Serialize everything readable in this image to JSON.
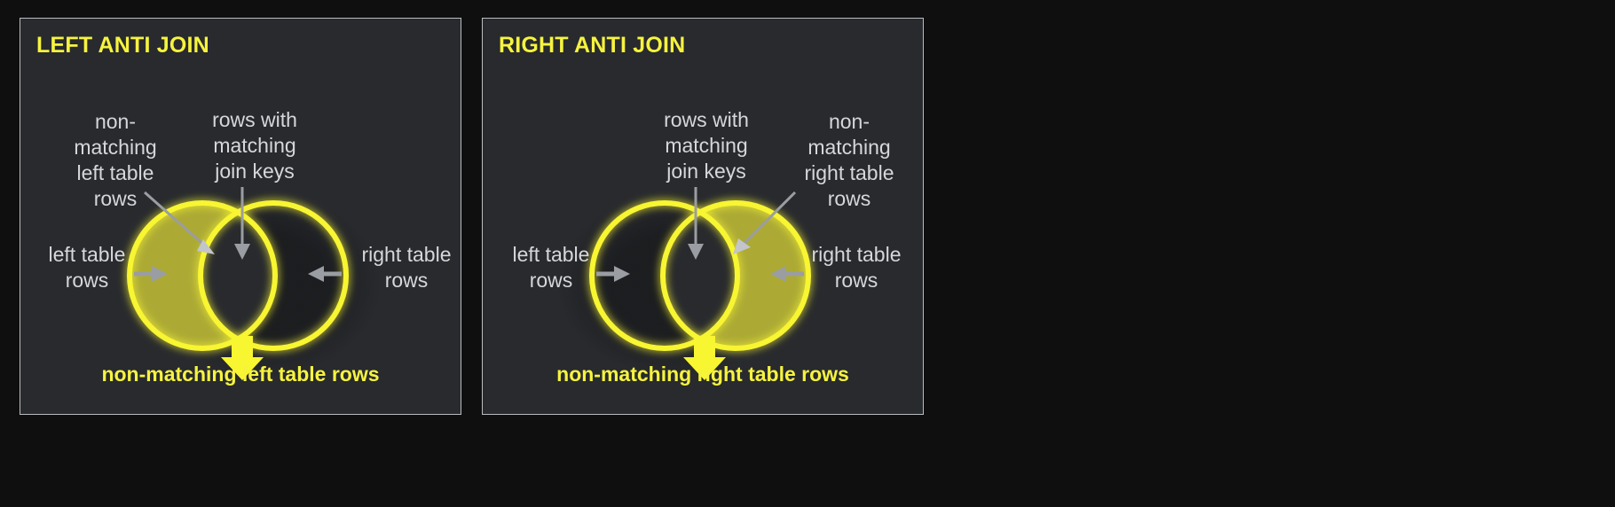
{
  "page": {
    "background_color": "#0f0f10",
    "panel_background_color": "#282a2e",
    "panel_border_color": "#b9bcc0",
    "accent_color": "#f6f33f",
    "fill_color": "#acaa35",
    "label_color": "#d6d7da",
    "arrow_color": "#9a9da2"
  },
  "panels": [
    {
      "title": "LEFT ANTI JOIN",
      "highlight_side": "left",
      "annotations": {
        "non_matching": "non-\nmatching\nleft table\nrows",
        "join_keys": "rows with\nmatching\njoin keys",
        "left_table": "left table\nrows",
        "right_table": "right table\nrows"
      },
      "caption": "non-matching left table rows"
    },
    {
      "title": "RIGHT ANTI JOIN",
      "highlight_side": "right",
      "annotations": {
        "join_keys": "rows with\nmatching\njoin keys",
        "non_matching": "non-\nmatching\nright table\nrows",
        "left_table": "left table\nrows",
        "right_table": "right table\nrows"
      },
      "caption": "non-matching right table rows"
    }
  ]
}
